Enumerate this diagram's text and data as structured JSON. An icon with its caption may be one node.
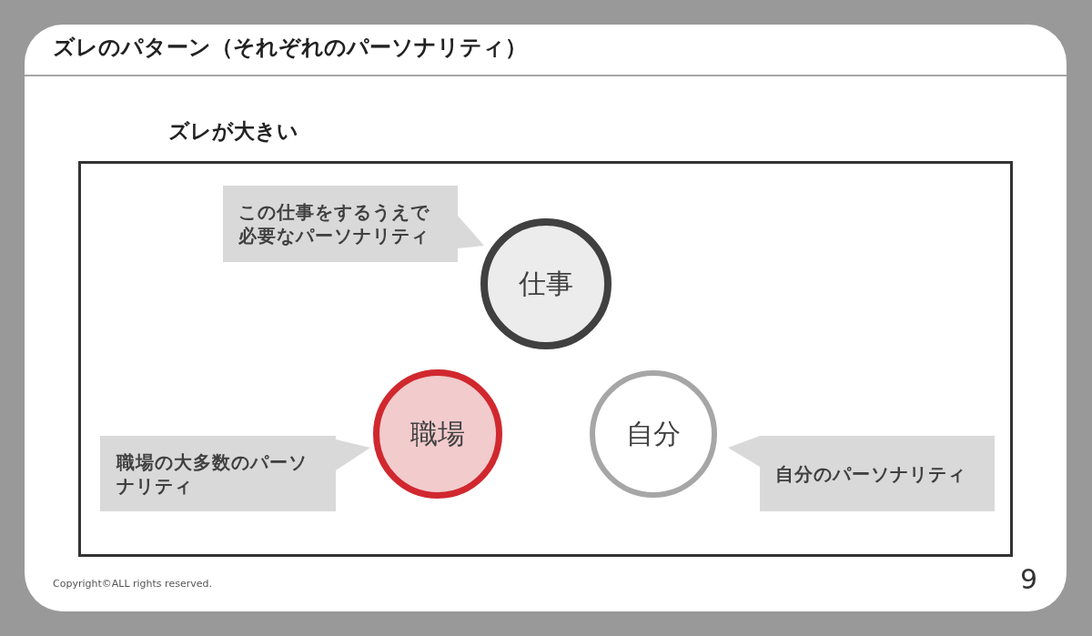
{
  "diagram": {
    "title": "ズレのパターン（それぞれのパーソナリティ）",
    "nodes": [
      {
        "text": [
          "ズレが大きい"
        ]
      },
      {
        "text": [
          "この仕事をするうえで必要なパーソナリティ"
        ],
        "in": 0
      },
      {
        "text": [
          "仕事"
        ],
        "in": 0
      },
      {
        "text": [
          "職場の大多数のパーソナリティ"
        ],
        "in": 0
      },
      {
        "text": [
          "職場"
        ],
        "in": 0
      },
      {
        "text": [
          "自分"
        ],
        "in": 0
      },
      {
        "text": [
          "自分のパーソナリティ"
        ],
        "in": 0
      }
    ],
    "labels": [
      "Copyright©ALL rights reserved.",
      "9"
    ]
  }
}
